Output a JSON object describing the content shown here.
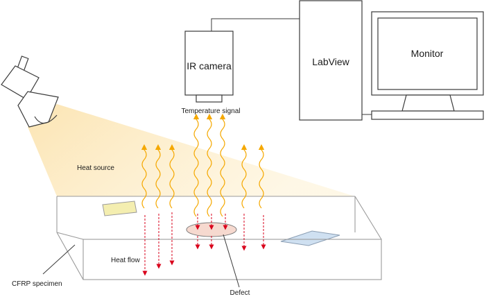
{
  "labels": {
    "ir_camera": "IR camera",
    "labview": "LabView",
    "monitor": "Monitor",
    "temperature_signal": "Temperature signal",
    "heat_source": "Heat source",
    "heat_flow": "Heat flow",
    "cfrp_specimen": "CFRP specimen",
    "defect": "Defect"
  },
  "colors": {
    "outline": "#3a3a3a",
    "heat_beam": "#fde7b3",
    "emitted_wave": "#f5a800",
    "heat_flow_arrow": "#d9001b",
    "defect_fill": "#f6d9cf",
    "insert_yellow": "#f4eeb0",
    "insert_blue": "#cfe0f1"
  }
}
